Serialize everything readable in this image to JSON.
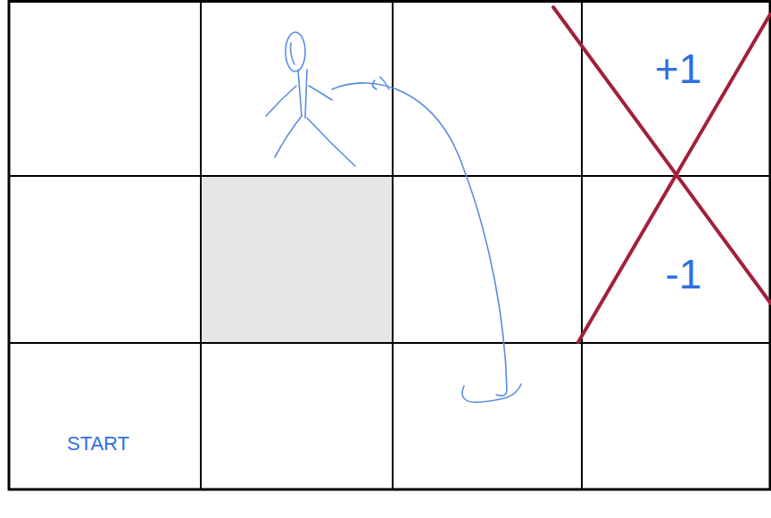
{
  "diagram": {
    "nodes": [
      {
        "text": [
          "+1"
        ]
      },
      {
        "text": [
          "-1"
        ]
      },
      {
        "text": [
          "START"
        ]
      }
    ]
  }
}
